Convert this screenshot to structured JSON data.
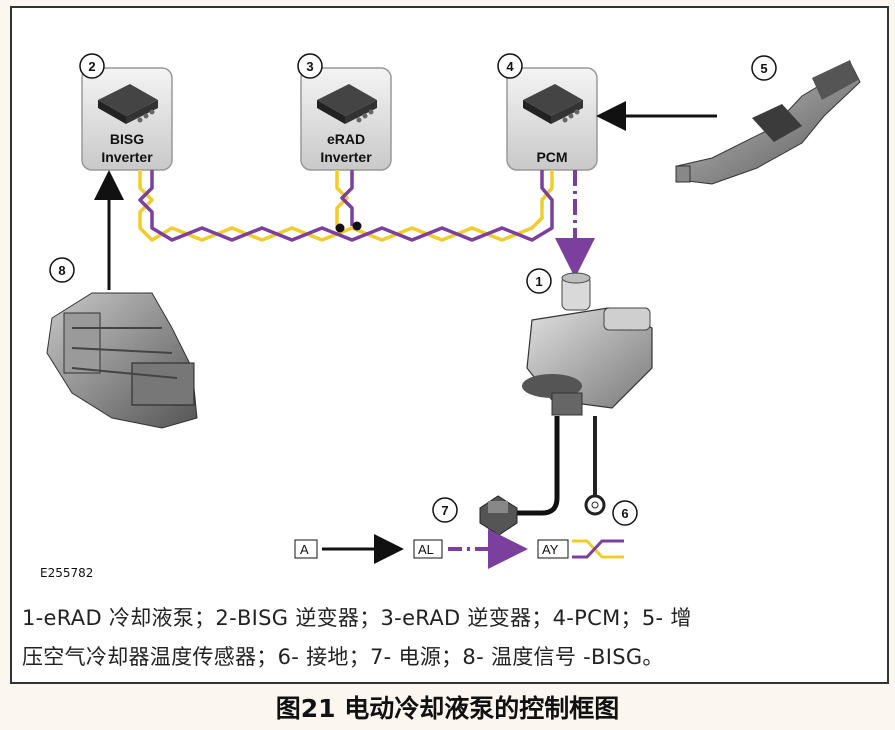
{
  "components": [
    {
      "num": "1",
      "label": ""
    },
    {
      "num": "2",
      "label_line1": "BISG",
      "label_line2": "Inverter"
    },
    {
      "num": "3",
      "label_line1": "eRAD",
      "label_line2": "Inverter"
    },
    {
      "num": "4",
      "label_line1": "PCM",
      "label_line2": ""
    },
    {
      "num": "5",
      "label": ""
    },
    {
      "num": "6",
      "label": ""
    },
    {
      "num": "7",
      "label": ""
    },
    {
      "num": "8",
      "label": ""
    }
  ],
  "legend": {
    "a": "A",
    "al": "AL",
    "ay": "AY"
  },
  "figure_code": "E255782",
  "caption_line1": "1-eRAD 冷却液泵；2-BISG 逆变器；3-eRAD 逆变器；4-PCM；5- 增",
  "caption_line2": "压空气冷却器温度传感器；6- 接地；7- 电源；8- 温度信号 -BISG。",
  "figure_title": "图21 电动冷却液泵的控制框图",
  "colors": {
    "purple": "#7b3f9e",
    "yellow": "#f2cb2c",
    "black": "#111111"
  }
}
